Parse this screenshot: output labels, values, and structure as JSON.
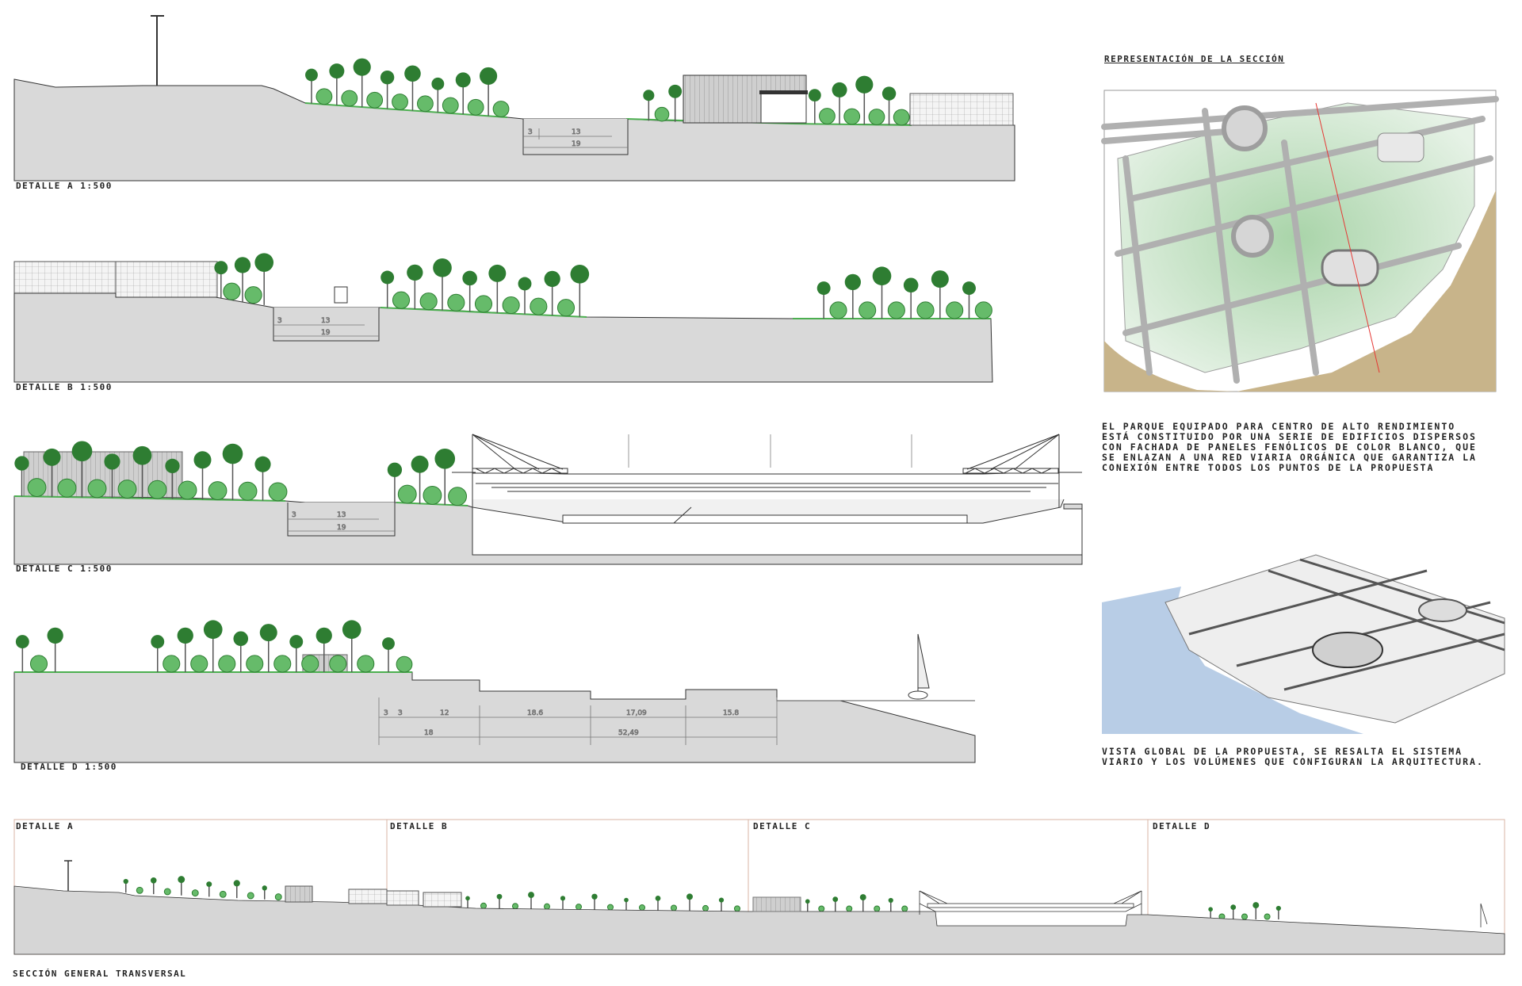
{
  "colors": {
    "ground": "#d9d9d9",
    "outline": "#333333",
    "tree": "#2e7d32",
    "tree_light": "#66bb6a",
    "grass": "#4caf50",
    "map_green": "#cfe6cf",
    "road": "#bdbdbd",
    "sea": "#b8cde6",
    "sand": "#c8b48a",
    "frame": "#d8b4a4"
  },
  "sections": {
    "a": {
      "label": "DETALLE A   1:500",
      "dims": [
        "3",
        "13",
        "19"
      ]
    },
    "b": {
      "label": "DETALLE B   1:500",
      "dims": [
        "3",
        "13",
        "19"
      ]
    },
    "c": {
      "label": "DETALLE C   1:500",
      "dims": [
        "3",
        "13",
        "19"
      ]
    },
    "d": {
      "label": "DETALLE D   1:500",
      "dims": [
        "3",
        "3",
        "12",
        "18.6",
        "17,09",
        "15.8",
        "18",
        "52,49"
      ]
    }
  },
  "side": {
    "section_title": "REPRESENTACIÓN DE LA SECCIÓN",
    "description_lines": [
      "EL PARQUE EQUIPADO PARA CENTRO DE ALTO RENDIMIENTO",
      "ESTÁ CONSTITUIDO POR UNA SERIE DE EDIFICIOS DISPERSOS",
      "CON FACHADA DE PANELES FENÓLICOS DE COLOR BLANCO, QUE",
      "SE ENLAZAN A UNA RED VIARIA ORGÁNICA QUE GARANTIZA LA",
      "CONEXIÓN ENTRE TODOS LOS PUNTOS DE LA PROPUESTA"
    ],
    "global_view_lines": [
      "VISTA GLOBAL DE LA PROPUESTA, SE RESALTA EL SISTEMA",
      "VIARIO Y LOS VOLÚMENES QUE CONFIGURAN LA ARQUITECTURA."
    ]
  },
  "general": {
    "panel_labels": [
      "DETALLE A",
      "DETALLE B",
      "DETALLE C",
      "DETALLE D"
    ],
    "title": "SECCIÓN GENERAL TRANSVERSAL"
  }
}
